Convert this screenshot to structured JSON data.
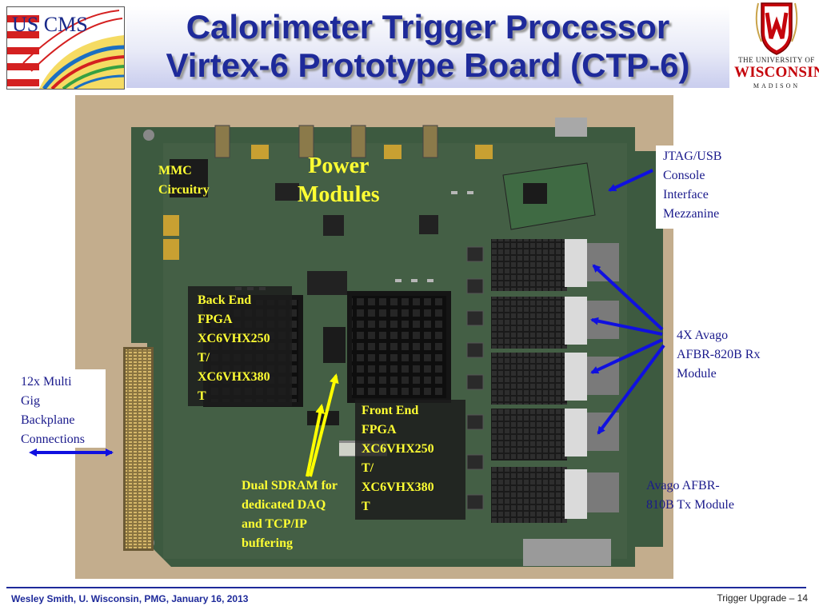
{
  "header": {
    "title_line1": "Calorimeter Trigger Processor",
    "title_line2": "Virtex-6 Prototype Board (CTP-6)",
    "logo_left_text": "US CMS",
    "logo_right": {
      "top_text": "THE UNIVERSITY OF",
      "main_text": "WISCONSIN",
      "sub_text": "MADISON"
    }
  },
  "labels": {
    "mmc": [
      "MMC",
      "Circuitry"
    ],
    "power": [
      "Power",
      "Modules"
    ],
    "jtag": [
      "JTAG/USB",
      "Console",
      "Interface",
      "Mezzanine"
    ],
    "backend": [
      "Back End",
      "FPGA",
      "XC6VHX250",
      "T/",
      "XC6VHX380",
      "T"
    ],
    "avago_rx": [
      "4X Avago",
      "AFBR-820B Rx",
      "Module"
    ],
    "backplane": [
      "12x Multi",
      "Gig",
      "Backplane",
      "Connections"
    ],
    "frontend": [
      "Front End",
      "FPGA",
      "XC6VHX250",
      "T/",
      "XC6VHX380",
      "T"
    ],
    "sdram": [
      "Dual SDRAM for",
      "dedicated DAQ",
      "and TCP/IP",
      "buffering"
    ],
    "avago_tx": [
      "Avago AFBR-",
      "810B Tx Module"
    ]
  },
  "footer": {
    "left": "Wesley Smith, U. Wisconsin, PMG, January 16, 2013",
    "right": "Trigger Upgrade  – 14"
  },
  "colors": {
    "title": "#1e2a9a",
    "label_yellow": "#ffff33",
    "label_blue": "#1a1a8c",
    "arrow_blue": "#1010e0",
    "arrow_yellow": "#ffff00",
    "board_green": "#3d5a40"
  }
}
